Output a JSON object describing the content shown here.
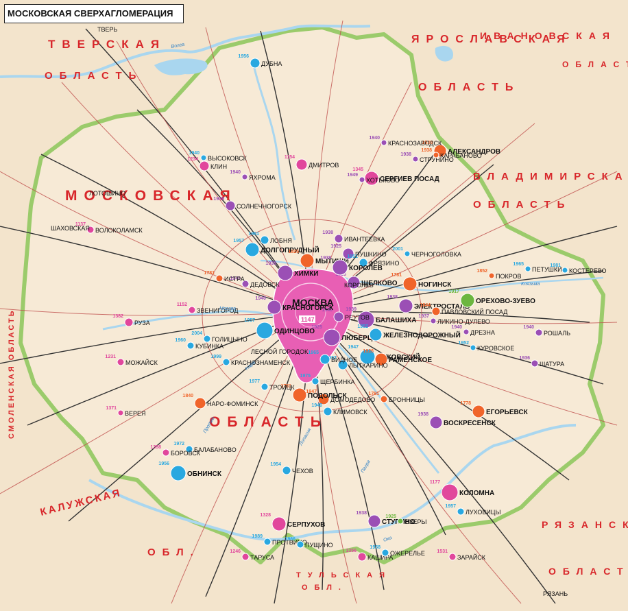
{
  "title": "МОСКОВСКАЯ СВЕРХАГЛОМЕРАЦИЯ",
  "capital": {
    "name": "МОСКВА",
    "year": "1147"
  },
  "colors": {
    "background": "#f3e4cc",
    "moscow_region_fill": "#f7ead6",
    "moscow_fill": "#e85fb4",
    "border_green": "#9bcb6b",
    "region_label": "#d8262a",
    "water": "#a9d6ef",
    "railway": "#333333",
    "road": "#c0504d",
    "city_cyan": "#29a8e0",
    "city_purple": "#9b4fb5",
    "city_orange": "#f0642a",
    "city_magenta": "#e1479c",
    "city_green": "#6cb63f"
  },
  "region_labels": [
    {
      "text": "ТВЕРСКАЯ"
    },
    {
      "text": "ОБЛАСТЬ"
    },
    {
      "text": "ЯРОСЛАВСКАЯ"
    },
    {
      "text": "ОБЛАСТЬ"
    },
    {
      "text": "ИВАНОВСКАЯ"
    },
    {
      "text": "ОБЛАСТЬ"
    },
    {
      "text": "ВЛАДИМИРСКАЯ"
    },
    {
      "text": "ОБЛАСТЬ"
    },
    {
      "text": "МОСКОВСКАЯ"
    },
    {
      "text": "ОБЛАСТЬ"
    },
    {
      "text": "СМОЛЕНСКАЯ ОБЛАСТЬ"
    },
    {
      "text": "КАЛУЖСКАЯ"
    },
    {
      "text": "ОБЛ."
    },
    {
      "text": "ТУЛЬСКАЯ"
    },
    {
      "text": "ОБЛ."
    },
    {
      "text": "РЯЗАНСКАЯ"
    },
    {
      "text": "ОБЛАСТЬ"
    }
  ],
  "cities": [
    {
      "name": "ТВЕРЬ",
      "year": "",
      "type": "plain",
      "size": 0
    },
    {
      "name": "ДУБНА",
      "year": "1956",
      "type": "cyan",
      "size": 7
    },
    {
      "name": "ДМИТРОВ",
      "year": "1154",
      "type": "magenta",
      "size": 8
    },
    {
      "name": "КЛИН",
      "year": "1234",
      "type": "magenta",
      "size": 7
    },
    {
      "name": "СОЛНЕЧНОГОРСК",
      "year": "1938",
      "type": "purple",
      "size": 7
    },
    {
      "name": "СЕРГИЕВ ПОСАД",
      "year": "1345",
      "type": "magenta",
      "size": 10
    },
    {
      "name": "АЛЕКСАНДРОВ",
      "year": "1530",
      "type": "orange",
      "size": 9
    },
    {
      "name": "СТРУНИНО",
      "year": "1938",
      "type": "purple",
      "size": 4
    },
    {
      "name": "КАРАБАНОВО",
      "year": "1938",
      "type": "orange",
      "size": 4
    },
    {
      "name": "КРАСНОЗАВОДСК",
      "year": "1940",
      "type": "purple",
      "size": 4
    },
    {
      "name": "ХОТЬКОВО",
      "year": "1949",
      "type": "purple",
      "size": 4
    },
    {
      "name": "ДОЛГОПРУДНЫЙ",
      "year": "1957",
      "type": "cyan",
      "size": 10
    },
    {
      "name": "ЛОБНЯ",
      "year": "1961",
      "type": "cyan",
      "size": 6
    },
    {
      "name": "ХИМКИ",
      "year": "1939",
      "type": "purple",
      "size": 11
    },
    {
      "name": "МЫТИЩИ",
      "year": "1925",
      "type": "orange",
      "size": 10
    },
    {
      "name": "ПУШКИНО",
      "year": "1925",
      "type": "purple",
      "size": 8
    },
    {
      "name": "ИВАНТЕЕВКА",
      "year": "1938",
      "type": "purple",
      "size": 6
    },
    {
      "name": "ФРЯЗИНО",
      "year": "1951",
      "type": "cyan",
      "size": 6
    },
    {
      "name": "ЩЕЛКОВО",
      "year": "1925",
      "type": "purple",
      "size": 9
    },
    {
      "name": "КОРОЛЕВ",
      "year": "1938",
      "type": "purple",
      "size": 11
    },
    {
      "name": "НОГИНСК",
      "year": "1781",
      "type": "orange",
      "size": 10
    },
    {
      "name": "ЭЛЕКТРОСТАЛЬ",
      "year": "1938",
      "type": "purple",
      "size": 10
    },
    {
      "name": "ОРЕХОВО-ЗУЕВО",
      "year": "1917",
      "type": "green",
      "size": 10
    },
    {
      "name": "ПАВЛОВСКИЙ ПОСАД",
      "year": "1844",
      "type": "orange",
      "size": 6
    },
    {
      "name": "ЛИКИНО-ДУЛЕВО",
      "year": "1937",
      "type": "purple",
      "size": 4
    },
    {
      "name": "ПЕТУШКИ",
      "year": "1965",
      "type": "cyan",
      "size": 4
    },
    {
      "name": "КОСТЕРЕВО",
      "year": "1981",
      "type": "cyan",
      "size": 4
    },
    {
      "name": "ПОКРОВ",
      "year": "1852",
      "type": "orange",
      "size": 4
    },
    {
      "name": "БАЛАШИХА",
      "year": "1939",
      "type": "purple",
      "size": 12
    },
    {
      "name": "РЕУТОВ",
      "year": "1940",
      "type": "purple",
      "size": 7
    },
    {
      "name": "ЛЮБЕРЦЫ",
      "year": "1925",
      "type": "purple",
      "size": 12
    },
    {
      "name": "ЖЕЛЕЗНОДОРОЖНЫЙ",
      "year": "1952",
      "type": "cyan",
      "size": 9
    },
    {
      "name": "ЖУКОВСКИЙ",
      "year": "1947",
      "type": "cyan",
      "size": 11
    },
    {
      "name": "РАМЕНСКОЕ",
      "year": "1926",
      "type": "orange",
      "size": 9
    },
    {
      "name": "ЛЫТКАРИНО",
      "year": "1957",
      "type": "cyan",
      "size": 7
    },
    {
      "name": "ВИДНОЕ",
      "year": "1965",
      "type": "cyan",
      "size": 7
    },
    {
      "name": "ДОМОДЕДОВО",
      "year": "1947",
      "type": "orange",
      "size": 8
    },
    {
      "name": "ПОДОЛЬСК",
      "year": "1781",
      "type": "orange",
      "size": 10
    },
    {
      "name": "КЛИМОВСК",
      "year": "1940",
      "type": "cyan",
      "size": 6
    },
    {
      "name": "ЩЕРБИНКА",
      "year": "1975",
      "type": "cyan",
      "size": 5
    },
    {
      "name": "ТРОИЦК",
      "year": "1977",
      "type": "cyan",
      "size": 5
    },
    {
      "name": "ОДИНЦОВО",
      "year": "1957",
      "type": "cyan",
      "size": 12
    },
    {
      "name": "КРАСНОГОРСК",
      "year": "1940",
      "type": "purple",
      "size": 10
    },
    {
      "name": "ДЕДОВСК",
      "year": "1940",
      "type": "purple",
      "size": 5
    },
    {
      "name": "ИСТРА",
      "year": "1781",
      "type": "orange",
      "size": 5
    },
    {
      "name": "ЗВЕНИГОРОД",
      "year": "1152",
      "type": "magenta",
      "size": 5
    },
    {
      "name": "РУЗА",
      "year": "1382",
      "type": "magenta",
      "size": 6
    },
    {
      "name": "МОЖАЙСК",
      "year": "1231",
      "type": "magenta",
      "size": 5
    },
    {
      "name": "ВЕРЕЯ",
      "year": "1371",
      "type": "magenta",
      "size": 4
    },
    {
      "name": "НАРО-ФОМИНСК",
      "year": "1840",
      "type": "orange",
      "size": 8
    },
    {
      "name": "КУБИНКА",
      "year": "1960",
      "type": "cyan",
      "size": 5
    },
    {
      "name": "ГОЛИЦЫНО",
      "year": "2004",
      "type": "cyan",
      "size": 5
    },
    {
      "name": "КРАСНОЗНАМЕНСК",
      "year": "1999",
      "type": "cyan",
      "size": 5
    },
    {
      "name": "ОБНИНСК",
      "year": "1956",
      "type": "cyan",
      "size": 11
    },
    {
      "name": "БАЛАБАНОВО",
      "year": "1972",
      "type": "cyan",
      "size": 5
    },
    {
      "name": "БОРОВСК",
      "year": "1358",
      "type": "magenta",
      "size": 5
    },
    {
      "name": "ЧЕХОВ",
      "year": "1954",
      "type": "cyan",
      "size": 6
    },
    {
      "name": "СЕРПУХОВ",
      "year": "1328",
      "type": "magenta",
      "size": 10
    },
    {
      "name": "ПРОТВИНО",
      "year": "1989",
      "type": "cyan",
      "size": 5
    },
    {
      "name": "ПУЩИНО",
      "year": "1966",
      "type": "cyan",
      "size": 5
    },
    {
      "name": "ТАРУСА",
      "year": "1246",
      "type": "magenta",
      "size": 5
    },
    {
      "name": "КАШИРА",
      "year": "1356",
      "type": "magenta",
      "size": 6
    },
    {
      "name": "ОЖЕРЕЛЬЕ",
      "year": "1958",
      "type": "cyan",
      "size": 5
    },
    {
      "name": "СТУПИНО",
      "year": "1938",
      "type": "purple",
      "size": 9
    },
    {
      "name": "ОЗЕРЫ",
      "year": "1925",
      "type": "green",
      "size": 4
    },
    {
      "name": "КОЛОМНА",
      "year": "1177",
      "type": "magenta",
      "size": 12
    },
    {
      "name": "ЛУХОВИЦЫ",
      "year": "1957",
      "type": "cyan",
      "size": 5
    },
    {
      "name": "ЗАРАЙСК",
      "year": "1531",
      "type": "magenta",
      "size": 5
    },
    {
      "name": "ВОСКРЕСЕНСК",
      "year": "1938",
      "type": "purple",
      "size": 9
    },
    {
      "name": "ЕГОРЬЕВСК",
      "year": "1778",
      "type": "orange",
      "size": 9
    },
    {
      "name": "ШАТУРА",
      "year": "1936",
      "type": "purple",
      "size": 5
    },
    {
      "name": "РОШАЛЬ",
      "year": "1940",
      "type": "purple",
      "size": 5
    },
    {
      "name": "БРОННИЦЫ",
      "year": "1781",
      "type": "orange",
      "size": 5
    },
    {
      "name": "КУРОВСКОЕ",
      "year": "1952",
      "type": "cyan",
      "size": 4
    },
    {
      "name": "ДРЕЗНА",
      "year": "1940",
      "type": "purple",
      "size": 4
    },
    {
      "name": "ЧЕРНОГОЛОВКА",
      "year": "2001",
      "type": "cyan",
      "size": 4
    },
    {
      "name": "ВОЛОКОЛАМСК",
      "year": "1137",
      "type": "magenta",
      "size": 5
    },
    {
      "name": "ЛОТОШИНО",
      "year": "",
      "type": "plain",
      "size": 0
    },
    {
      "name": "ШАХОВСКАЯ",
      "year": "",
      "type": "plain",
      "size": 0
    },
    {
      "name": "РЯЗАНЬ",
      "year": "",
      "type": "plain",
      "size": 0
    },
    {
      "name": "ВЫСОКОВСК",
      "year": "1940",
      "type": "cyan",
      "size": 4
    },
    {
      "name": "ЯХРОМА",
      "year": "1940",
      "type": "purple",
      "size": 4
    },
    {
      "name": "ЛЕСНОЙ ГОРОДОК",
      "year": "",
      "type": "plain",
      "size": 0
    },
    {
      "name": "КОРОЛЕВ",
      "year": "",
      "type": "plain",
      "size": 0
    }
  ],
  "rivers": [
    "Волга",
    "Ока",
    "Москва",
    "Клязьма",
    "Пахра",
    "Протва",
    "Нара",
    "Лопасня"
  ]
}
